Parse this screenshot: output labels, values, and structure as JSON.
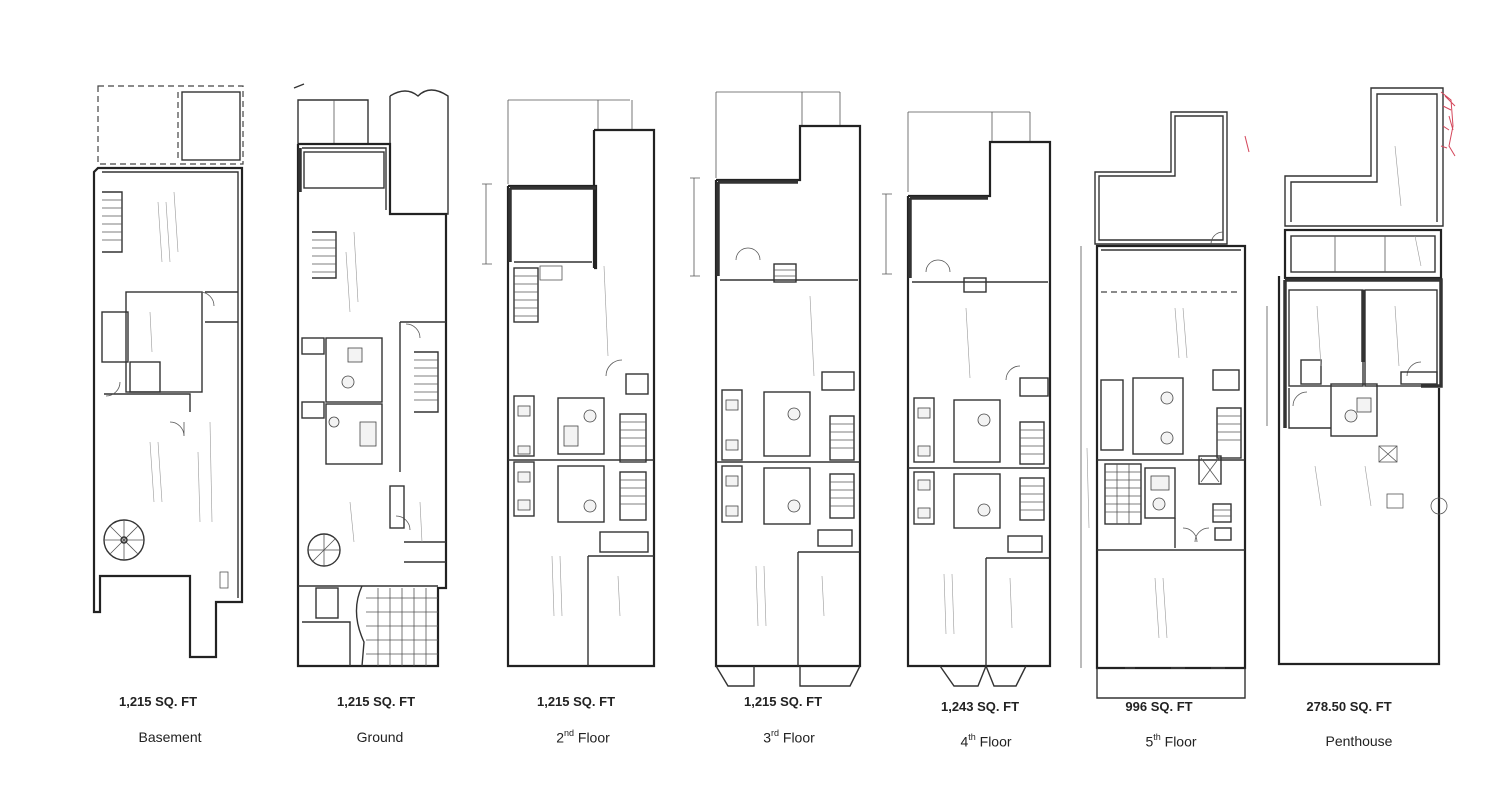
{
  "floors": [
    {
      "area": "1,215 SQ. FT",
      "name": "Basement",
      "ordinal": "",
      "suffix": ""
    },
    {
      "area": "1,215 SQ. FT",
      "name": "Ground",
      "ordinal": "",
      "suffix": ""
    },
    {
      "area": "1,215 SQ. FT",
      "name": "",
      "ordinal": "2",
      "sup": "nd",
      "suffix": " Floor"
    },
    {
      "area": "1,215 SQ. FT",
      "name": "",
      "ordinal": "3",
      "sup": "rd",
      "suffix": " Floor"
    },
    {
      "area": "1,243 SQ. FT",
      "name": "",
      "ordinal": "4",
      "sup": "th",
      "suffix": " Floor"
    },
    {
      "area": "996 SQ. FT",
      "name": "",
      "ordinal": "5",
      "sup": "th",
      "suffix": " Floor"
    },
    {
      "area": "278.50 SQ. FT",
      "name": "Penthouse",
      "ordinal": "",
      "suffix": ""
    }
  ],
  "colors": {
    "line": "#333333",
    "markup": "#d4475b",
    "background": "#ffffff"
  }
}
